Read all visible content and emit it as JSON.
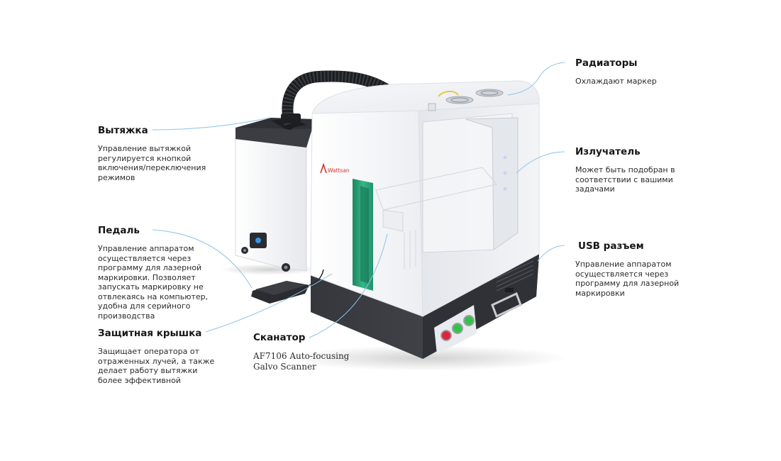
{
  "brand": {
    "logo_text": "Wattsan",
    "accent_color": "#d0342c"
  },
  "callouts": {
    "exhaust": {
      "title": "Вытяжка",
      "description": "Управление вытяжкой регулируется кнопкой включения/переключения режимов"
    },
    "pedal": {
      "title": "Педаль",
      "description": "Управление аппаратом осуществляется через программу для лазерной маркировки. Позволяет запускать маркировку не отвлекаясь на компьютер, удобна для серийного производства"
    },
    "protective_cover": {
      "title": "Защитная крышка",
      "description": "Защищает оператора от отраженных лучей, а также делает работу вытяжки более эффективной"
    },
    "scanner": {
      "title": "Сканатор",
      "description": "AF7106 Auto-focusing Galvo Scanner"
    },
    "radiators": {
      "title": "Радиаторы",
      "description": "Охлаждают маркер"
    },
    "emitter": {
      "title": "Излучатель",
      "description": "Может быть подобран в соответствии с вашими задачами"
    },
    "usb_port": {
      "title": "USB разъем",
      "description": "Управление аппаратом осуществляется через программу для лазерной маркировки"
    }
  },
  "colors": {
    "leader_line": "#8fc3e6",
    "body_white": "#f4f5f7",
    "base_dark": "#3b3d42",
    "cover_green": "#17a06f",
    "button_red": "#e0243a",
    "button_green": "#35c24a"
  }
}
